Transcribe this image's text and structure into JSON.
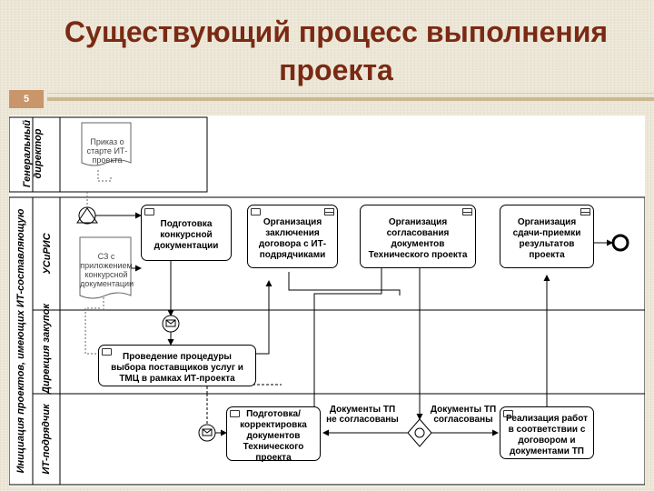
{
  "slide": {
    "title_line1": "Существующий процесс выполнения",
    "title_line2": "проекта",
    "page_number": "5",
    "colors": {
      "title": "#7a2a14",
      "accent_bar": "#c9b98f",
      "page_badge": "#c9956a"
    }
  },
  "diagram": {
    "pools": {
      "top_lane": "Генеральный директор",
      "main_pool": "Инициация проектов, имеющих ИТ-составляющую",
      "lanes": [
        "УСиРИС",
        "Дирекция закупок",
        "ИТ-подрядчик"
      ]
    },
    "documents": {
      "order": "Приказ о старте ИТ-проекта",
      "memo": "СЗ с приложением конкурсной документации"
    },
    "tasks": {
      "t1": "Подготовка конкурсной документации",
      "t2": "Организация заключения договора с ИТ-подрядчиками",
      "t3": "Организация согласования документов Технического проекта",
      "t4": "Организация сдачи-приемки результатов проекта",
      "t5": "Проведение процедуры выбора поставщиков услуг и ТМЦ в рамках ИТ-проекта",
      "t6": "Подготовка/ корректировка документов Технического проекта",
      "t7": "Реализация работ в соответствии с договором и документами ТП"
    },
    "edge_labels": {
      "not_agreed": "Документы ТП не согласованы",
      "agreed": "Документы ТП согласованы"
    }
  }
}
